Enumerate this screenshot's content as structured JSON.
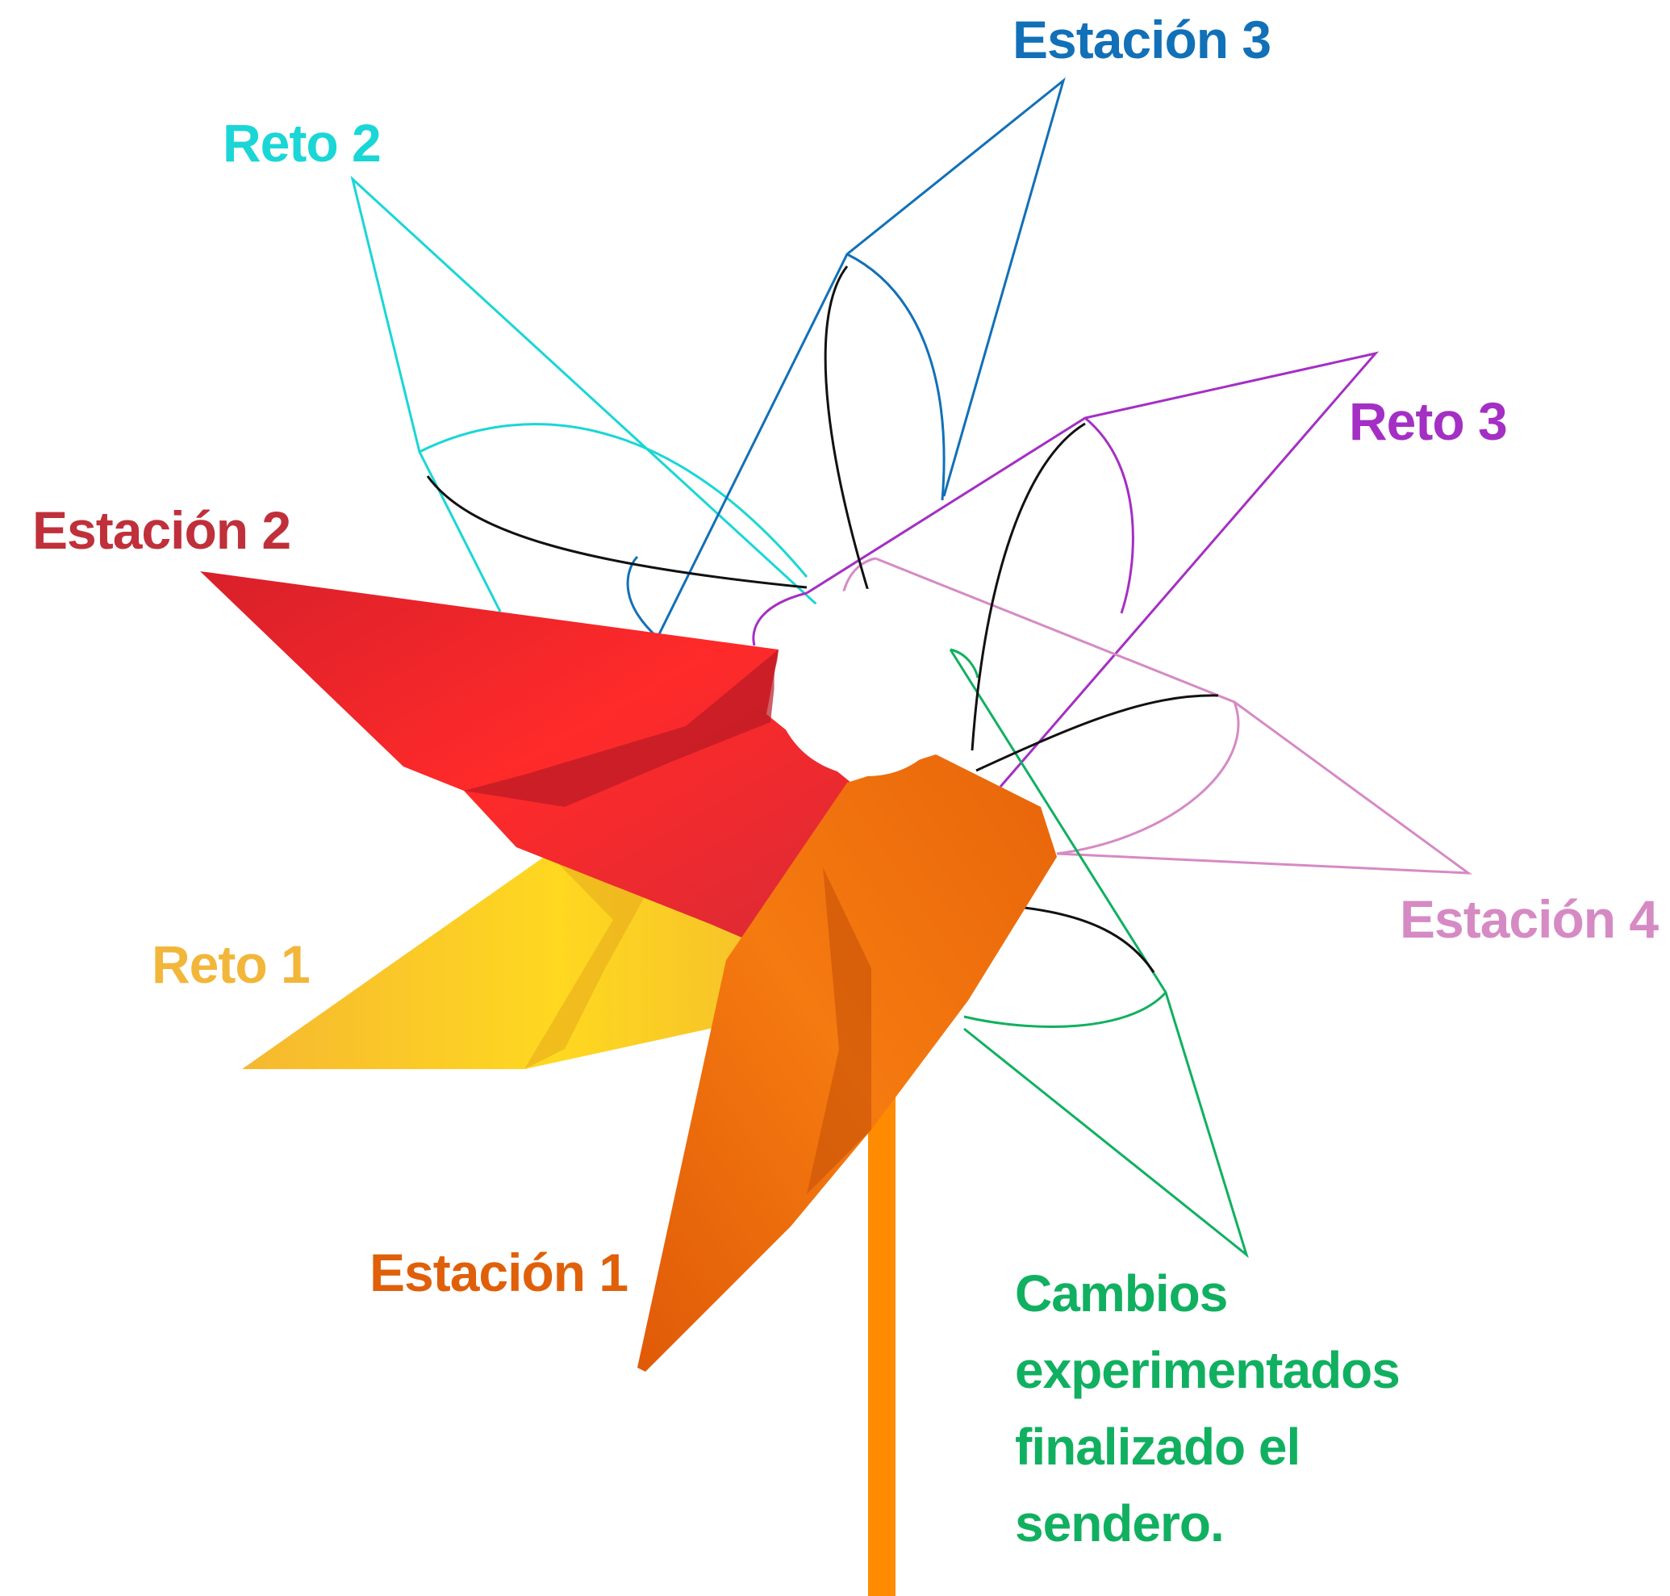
{
  "labels": {
    "estacion_1": "Estación 1",
    "estacion_2": "Estación 2",
    "estacion_3": "Estación 3",
    "estacion_4": "Estación 4",
    "reto_1": "Reto 1",
    "reto_2": "Reto 2",
    "reto_3": "Reto 3",
    "cambios": [
      "Cambios",
      "experimentados",
      "finalizado el",
      "sendero."
    ]
  },
  "colors": {
    "estacion_1": "#e0600a",
    "estacion_2": "#c0303a",
    "estacion_3": "#1170b8",
    "estacion_4": "#d68ac4",
    "reto_1": "#f2b63a",
    "reto_2": "#1ad6d6",
    "reto_3": "#a42fc4",
    "cambios": "#10b060",
    "stick": "#ff8c00"
  }
}
